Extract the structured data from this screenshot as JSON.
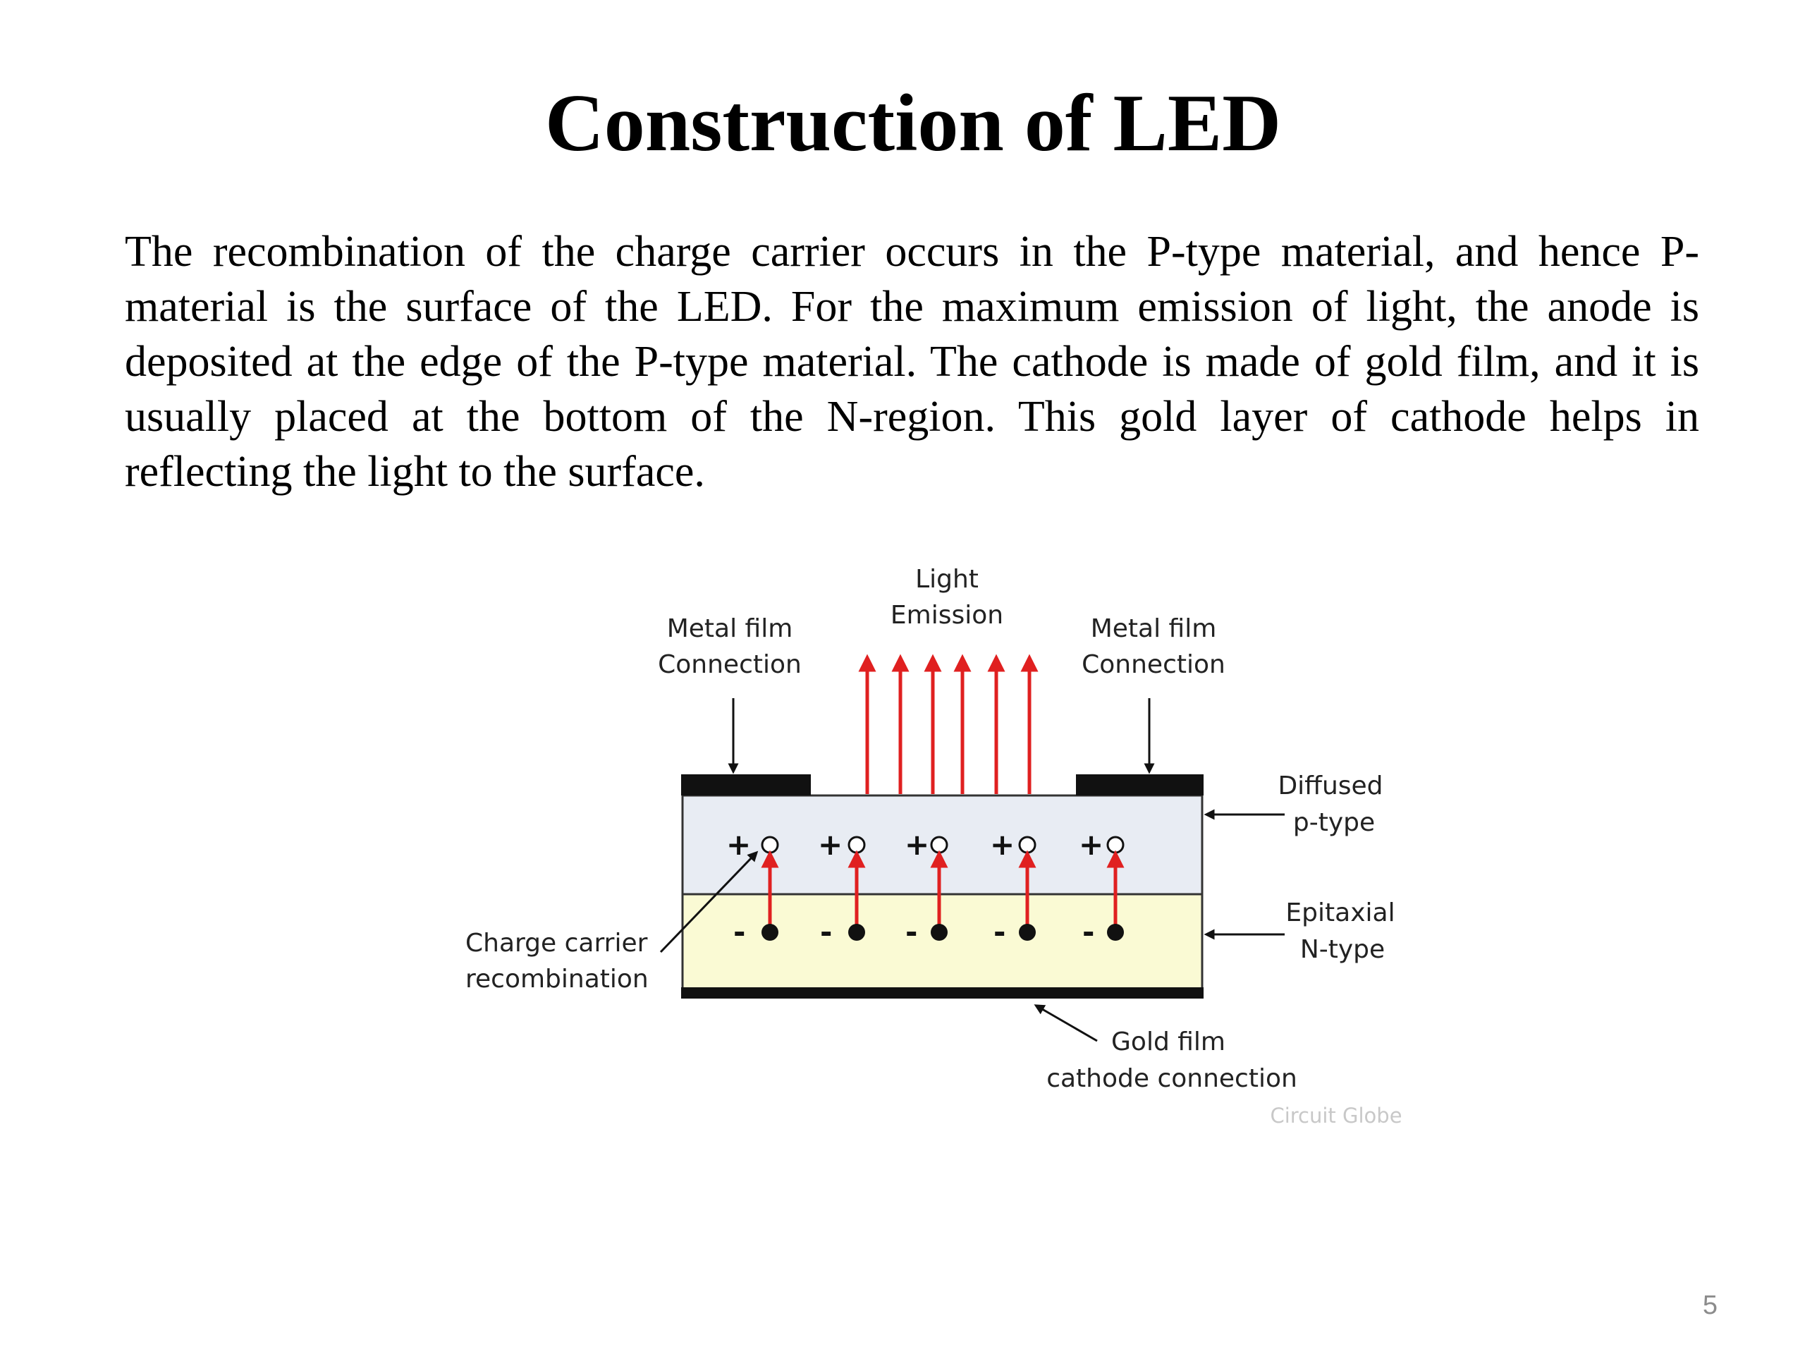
{
  "slide": {
    "title": "Construction of LED",
    "body": "The recombination of the charge carrier occurs in the P-type material, and hence P-material is the surface of the LED. For the maximum emission of light, the anode is deposited at the edge of the P-type material. The cathode is made of gold film, and it is usually placed at the bottom of the N-region. This gold layer of cathode helps in reflecting the light to the surface.",
    "page_number": "5"
  },
  "diagram": {
    "labels": {
      "light_1": "Light",
      "light_2": "Emission",
      "metal_left_1": "Metal film",
      "metal_left_2": "Connection",
      "metal_right_1": "Metal film",
      "metal_right_2": "Connection",
      "ptype_1": "Diffused",
      "ptype_2": "p-type",
      "ntype_1": "Epitaxial",
      "ntype_2": "N-type",
      "charge_1": "Charge carrier",
      "charge_2": "recombination",
      "gold_1": "Gold film",
      "gold_2": "cathode connection",
      "watermark": "Circuit Globe"
    },
    "carrier_pairs": 5,
    "light_rays": 6,
    "hole_symbol": "+",
    "electron_symbol": "-",
    "colors": {
      "p_region": "#e8ecf3",
      "n_region": "#fafad4",
      "metal": "#111111",
      "arrow_red": "#e02020"
    }
  }
}
